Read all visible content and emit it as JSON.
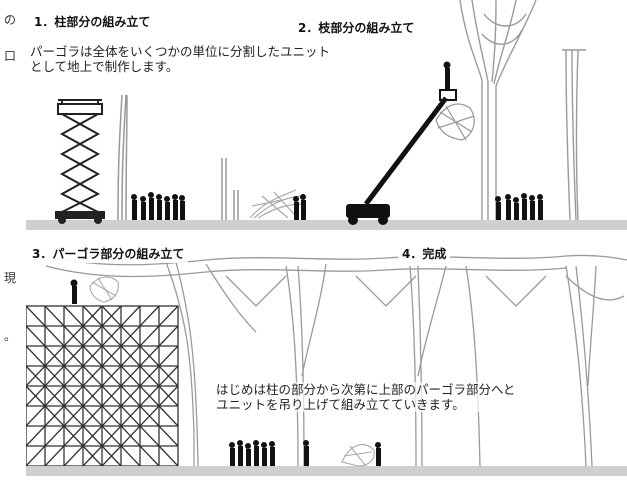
{
  "left_strip": {
    "glyphs": [
      "の",
      "口",
      "現",
      "。"
    ]
  },
  "panels": [
    {
      "step1_title": "1．柱部分の組み立て",
      "step2_title": "2．枝部分の組み立て",
      "caption_line1": "パーゴラは全体をいくつかの単位に分割したユニット",
      "caption_line2": "として地上で制作します。"
    },
    {
      "step3_title": "3．パーゴラ部分の組み立て",
      "step4_title": "4．完成",
      "caption_line1": "はじめは柱の部分から次第に上部のパーゴラ部分へと",
      "caption_line2": "ユニットを吊り上げて組み立てていきます。"
    }
  ],
  "colors": {
    "ground": "#cfcfcf",
    "structure": "#8a8a8a",
    "scaffold": "#333333",
    "machine": "#111111"
  }
}
